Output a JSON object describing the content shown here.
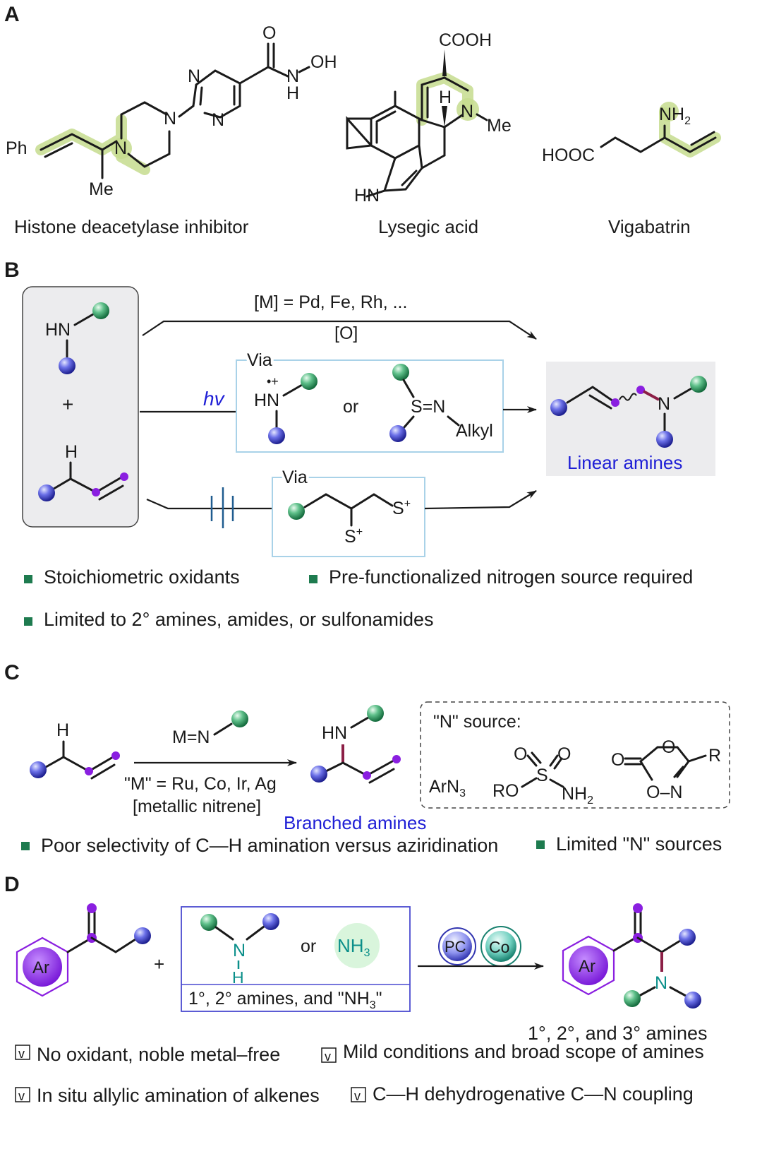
{
  "panels": {
    "a": {
      "letter": "A",
      "caption_1": "Histone deacetylase inhibitor",
      "caption_2": "Lysegic acid",
      "caption_3": "Vigabatrin",
      "atoms": {
        "o": "O",
        "n": "N",
        "oh": "OH",
        "h": "H",
        "ph": "Ph",
        "me": "Me",
        "cooh": "COOH",
        "hn": "HN",
        "nme": "Me",
        "nh2": "NH",
        "sub2": "2",
        "hooc": "HOOC"
      }
    },
    "b": {
      "letter": "B",
      "metal_condition": "[M] = Pd, Fe, Rh, ...",
      "oxidant_condition": "[O]",
      "hv_label": "hv",
      "via_1": "Via",
      "via_2": "Via",
      "radical_cation": "•+",
      "hn": "HN",
      "plus": "+",
      "or": "or",
      "s_eq_n": "S=N",
      "alkyl": "Alkyl",
      "h": "H",
      "n": "N",
      "s_plus": "S",
      "plus_sup": "+",
      "product_label": "Linear amines",
      "bullets": [
        "Stoichiometric oxidants",
        "Pre-functionalized nitrogen source required",
        "Limited to 2° amines, amides, or sulfonamides"
      ]
    },
    "c": {
      "letter": "C",
      "reagent": "M=N",
      "condition_1": "\"M\" = Ru, Co, Ir, Ag",
      "condition_2": "[metallic nitrene]",
      "product_label": "Branched amines",
      "hn": "HN",
      "h": "H",
      "n_source_title": "\"N\" source:",
      "arn3": "ArN",
      "sub3": "3",
      "ro": "RO",
      "s": "S",
      "o": "O",
      "nh2": "NH",
      "sub2": "2",
      "r": "R",
      "n": "N",
      "on": "O–N",
      "bullets": [
        "Poor selectivity of  C—H amination versus aziridination",
        "Limited \"N\" sources"
      ]
    },
    "d": {
      "letter": "D",
      "ar": "Ar",
      "plus": "+",
      "n": "N",
      "h": "H",
      "or": "or",
      "nh3": "NH",
      "sub3": "3",
      "amines_box": "1°, 2° amines, and \"NH",
      "amines_box_end": "\"",
      "pc": "PC",
      "co": "Co",
      "product_label": "1°, 2°, and 3° amines",
      "check": "v",
      "bullets": [
        "No oxidant, noble metal–free",
        "Mild conditions and broad scope of amines",
        "In situ allylic amination of alkenes",
        "C—H dehydrogenative C—N coupling"
      ]
    }
  },
  "colors": {
    "highlight": "#c6dc8e",
    "blue_text": "#1f1fd6",
    "green_bullet": "#1e7b4f",
    "purple": "#8a1fe0",
    "maroon_bond": "#8c1f46",
    "grey_box": "#ececee",
    "box_border_blue": "#a9d2e8",
    "box_border_indigo": "#4a4ad0"
  }
}
